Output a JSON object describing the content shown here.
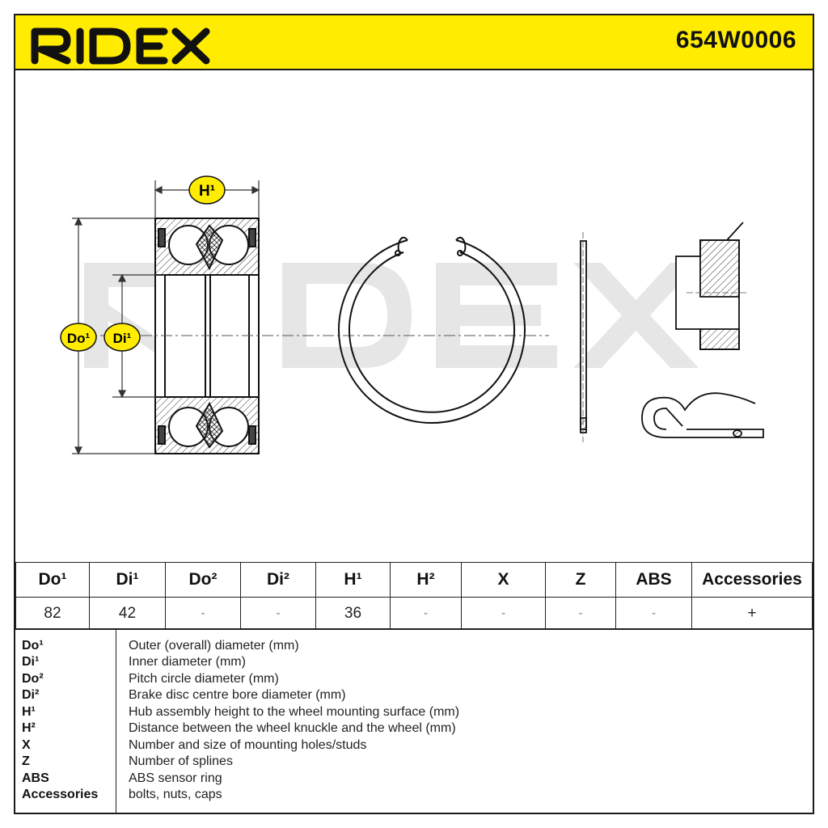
{
  "header": {
    "brand": "RIDEX",
    "part_number": "654W0006",
    "background": "#ffec00"
  },
  "drawing": {
    "labels": {
      "h1": "H¹",
      "do1": "Do¹",
      "di1": "Di¹"
    },
    "watermark": "RIDEX",
    "label_color": "#ffec00"
  },
  "spec_table": {
    "headers": [
      "Do¹",
      "Di¹",
      "Do²",
      "Di²",
      "H¹",
      "H²",
      "X",
      "Z",
      "ABS",
      "Accessories"
    ],
    "values": [
      "82",
      "42",
      "-",
      "-",
      "36",
      "-",
      "-",
      "-",
      "-",
      "+"
    ]
  },
  "legend": [
    {
      "key": "Do¹",
      "text": "Outer (overall) diameter (mm)"
    },
    {
      "key": "Di¹",
      "text": "Inner diameter (mm)"
    },
    {
      "key": "Do²",
      "text": "Pitch circle diameter (mm)"
    },
    {
      "key": "Di²",
      "text": "Brake disc centre bore diameter (mm)"
    },
    {
      "key": "H¹",
      "text": "Hub assembly height to the wheel mounting surface (mm)"
    },
    {
      "key": "H²",
      "text": "Distance between the wheel knuckle and the wheel (mm)"
    },
    {
      "key": "X",
      "text": "Number and size of mounting holes/studs"
    },
    {
      "key": "Z",
      "text": "Number of splines"
    },
    {
      "key": "ABS",
      "text": "ABS sensor ring"
    },
    {
      "key": "Accessories",
      "text": "bolts, nuts, caps"
    }
  ]
}
